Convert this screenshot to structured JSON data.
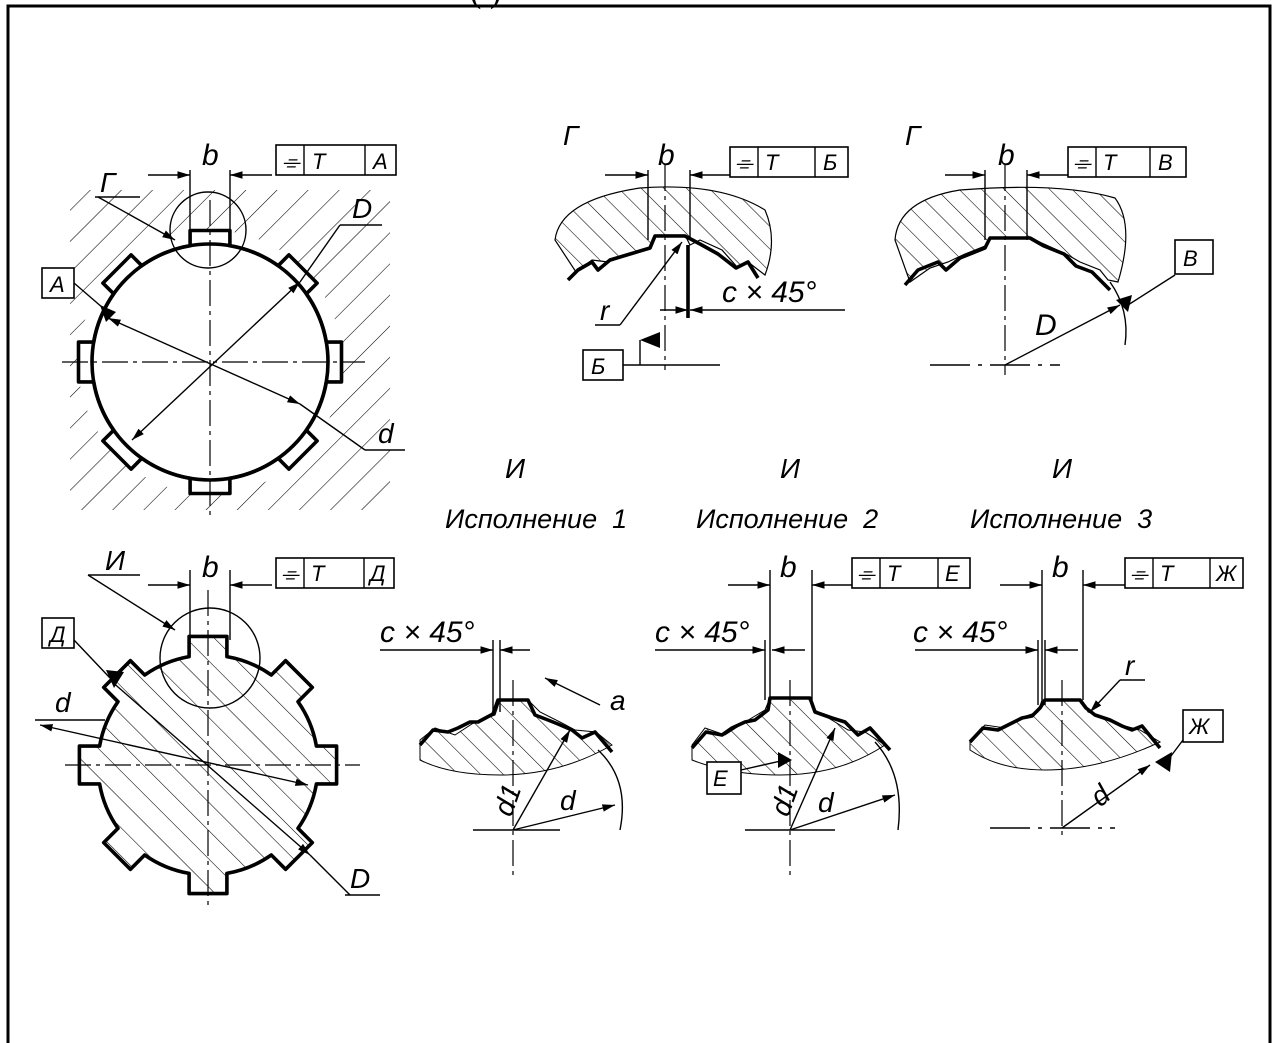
{
  "header": {
    "title_fragment": "(                    )"
  },
  "views": {
    "top_left": {
      "b": "b",
      "D": "D",
      "d": "d",
      "leader": "Г",
      "datum": "А",
      "frame": {
        "sym": "⌯",
        "tol": "T",
        "datum": "А"
      }
    },
    "detail_1": {
      "title": "Г",
      "b": "b",
      "r": "r",
      "chamfer": "c × 45°",
      "datum": "Б",
      "frame": {
        "sym": "⌯",
        "tol": "T",
        "datum": "Б"
      }
    },
    "detail_2": {
      "title": "Г",
      "b": "b",
      "D": "D",
      "datum": "В",
      "frame": {
        "sym": "⌯",
        "tol": "T",
        "datum": "В"
      }
    },
    "bottom_left": {
      "b": "b",
      "d": "d",
      "D": "D",
      "leader": "И",
      "datum": "Д",
      "frame": {
        "sym": "⌯",
        "tol": "T",
        "datum": "Д"
      }
    },
    "exec_1": {
      "title": "И",
      "caption": "Исполнение  1",
      "chamfer": "c × 45°",
      "a": "a",
      "d1": "d1",
      "d": "d"
    },
    "exec_2": {
      "title": "И",
      "caption": "Исполнение  2",
      "b": "b",
      "chamfer": "c × 45°",
      "d1": "d1",
      "d": "d",
      "datum": "Е",
      "frame": {
        "sym": "⌯",
        "tol": "T",
        "datum": "Е"
      }
    },
    "exec_3": {
      "title": "И",
      "caption": "Исполнение  3",
      "b": "b",
      "chamfer": "c × 45°",
      "r": "r",
      "d": "d",
      "datum": "Ж",
      "frame": {
        "sym": "⌯",
        "tol": "T",
        "datum": "Ж"
      }
    }
  }
}
